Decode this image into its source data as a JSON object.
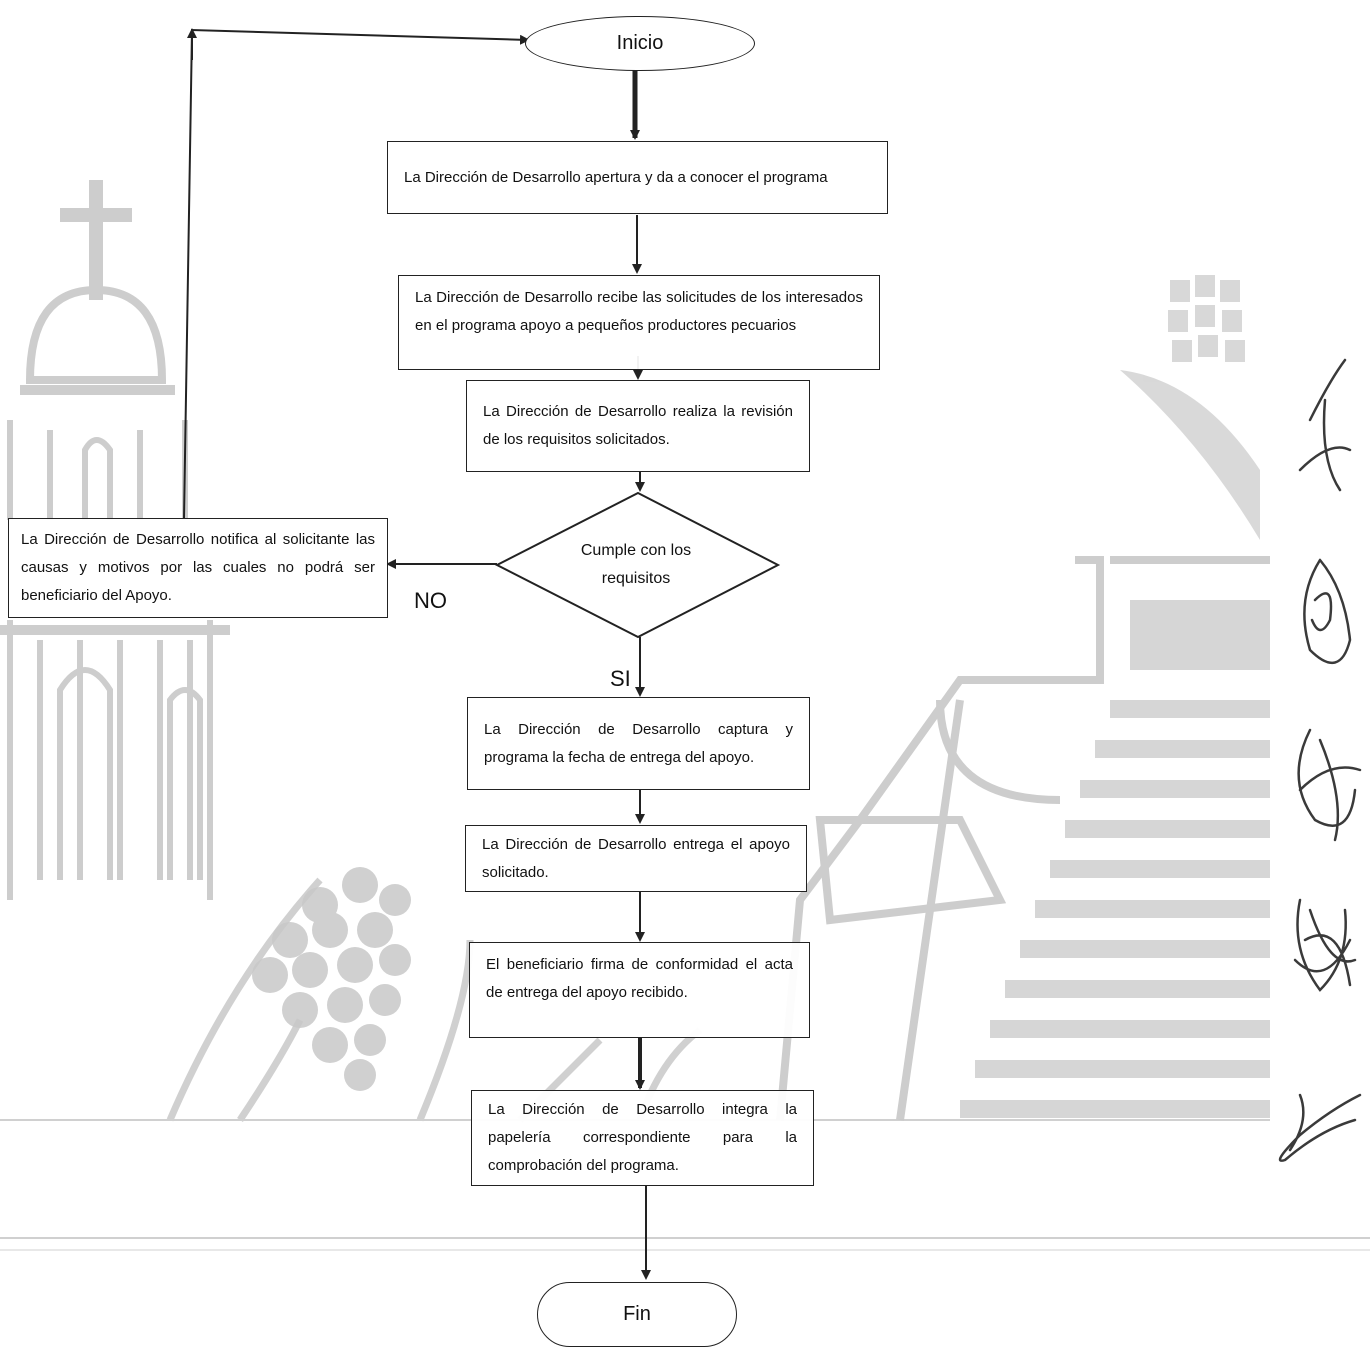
{
  "flow": {
    "start": "Inicio",
    "end": "Fin",
    "steps": [
      "La Dirección de Desarrollo apertura y da a conocer el programa",
      "La Dirección de Desarrollo recibe las solicitudes de los interesados en el programa apoyo a pequeños productores pecuarios",
      "La Dirección de Desarrollo realiza la revisión de los requisitos solicitados."
    ],
    "decision": {
      "question": "Cumple con los requisitos",
      "yes_label": "SI",
      "no_label": "NO",
      "no_branch_text": "La Dirección de Desarrollo notifica al solicitante las causas y motivos por las cuales no podrá ser beneficiario del Apoyo."
    },
    "after_steps": [
      "La Dirección de Desarrollo captura y programa la fecha de entrega del apoyo.",
      "La Dirección de Desarrollo entrega el apoyo solicitado.",
      "El beneficiario firma de conformidad el acta de entrega del apoyo recibido.",
      "La Dirección de Desarrollo integra la papelería correspondiente para la comprobación del programa."
    ]
  },
  "colors": {
    "line": "#222222",
    "watermark": "#c8c8c8",
    "signature_ink": "#3a3a3a"
  }
}
